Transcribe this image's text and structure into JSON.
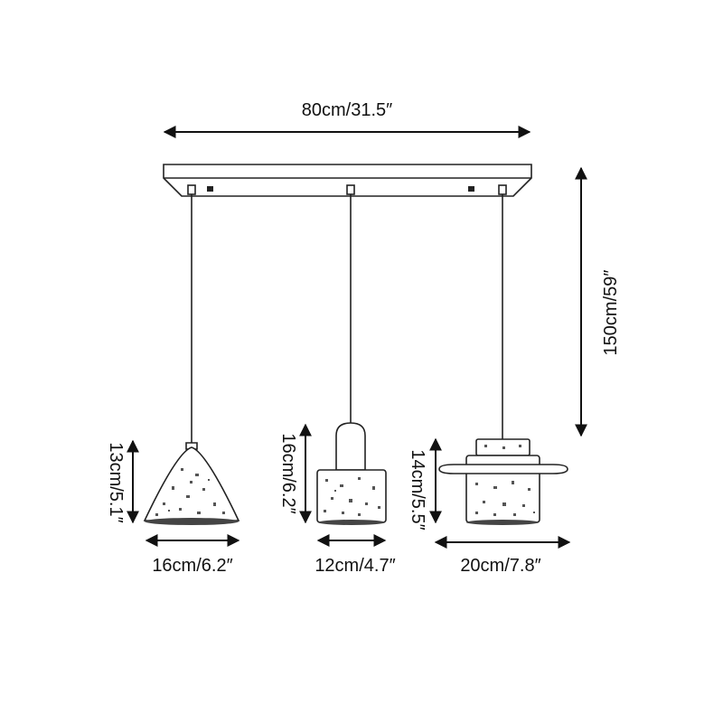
{
  "dimensions": {
    "total_width": "80cm/31.5″",
    "total_height": "150cm/59″",
    "cone": {
      "height": "13cm/5.1″",
      "width": "16cm/6.2″"
    },
    "cylinder": {
      "height": "16cm/6.2″",
      "width": "12cm/4.7″"
    },
    "disc": {
      "height": "14cm/5.5″",
      "width": "20cm/7.8″"
    }
  }
}
